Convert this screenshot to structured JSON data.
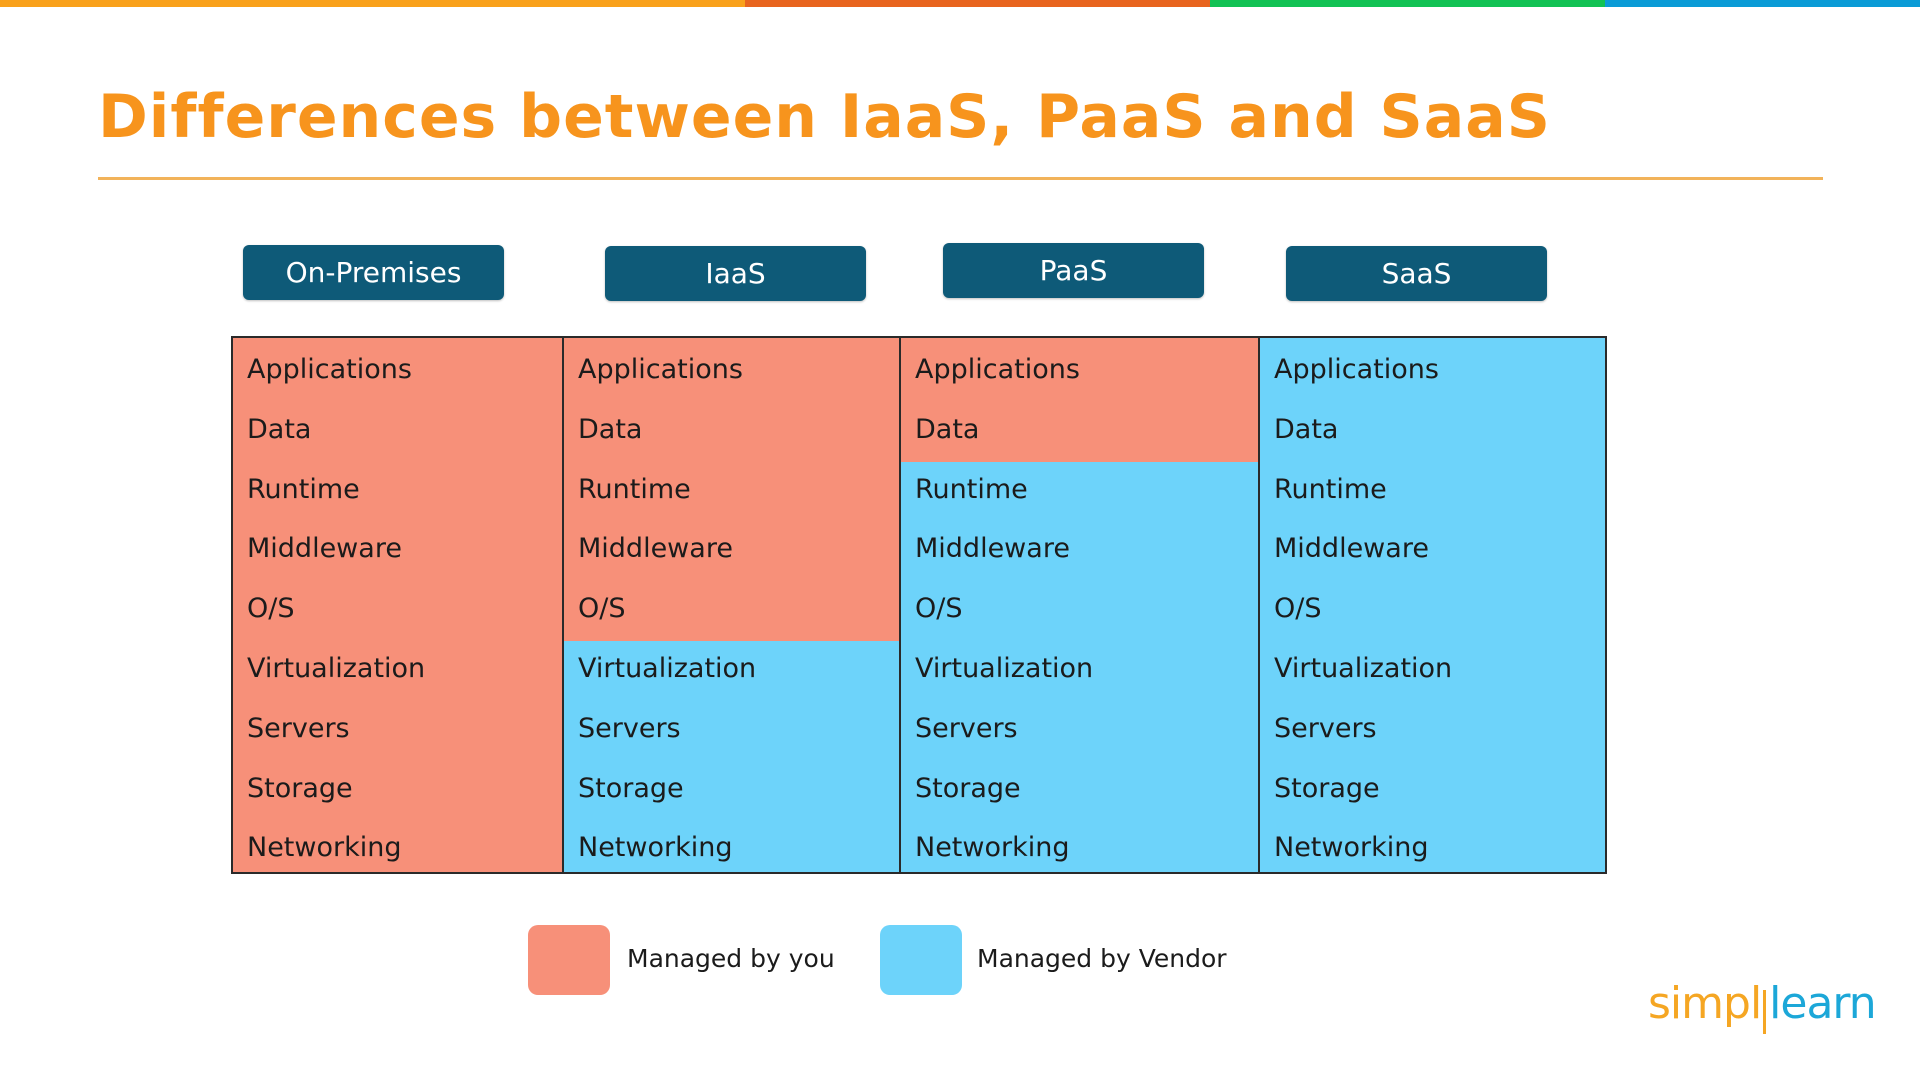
{
  "colors": {
    "managed_by_you": "#F79079",
    "managed_by_vendor": "#6DD3FA",
    "header_bg": "#0E5A78",
    "title": "#F7941D",
    "topbar": [
      "#F9A11B",
      "#E8641E",
      "#12C254",
      "#0A9BD6"
    ]
  },
  "slide": {
    "title": "Differences between IaaS, PaaS and SaaS"
  },
  "columns": [
    {
      "header": "On-Premises",
      "managed_by_you_count": 9,
      "items": [
        "Applications",
        "Data",
        "Runtime",
        "Middleware",
        "O/S",
        "Virtualization",
        "Servers",
        "Storage",
        "Networking"
      ]
    },
    {
      "header": "IaaS",
      "managed_by_you_count": 5,
      "items": [
        "Applications",
        "Data",
        "Runtime",
        "Middleware",
        "O/S",
        "Virtualization",
        "Servers",
        "Storage",
        "Networking"
      ]
    },
    {
      "header": "PaaS",
      "managed_by_you_count": 2,
      "items": [
        "Applications",
        "Data",
        "Runtime",
        "Middleware",
        "O/S",
        "Virtualization",
        "Servers",
        "Storage",
        "Networking"
      ]
    },
    {
      "header": "SaaS",
      "managed_by_you_count": 0,
      "items": [
        "Applications",
        "Data",
        "Runtime",
        "Middleware",
        "O/S",
        "Virtualization",
        "Servers",
        "Storage",
        "Networking"
      ]
    }
  ],
  "legend": {
    "you_label": "Managed by you",
    "vendor_label": "Managed by Vendor"
  },
  "logo": {
    "text_part1": "simpl",
    "text_part2": "learn",
    "full": "simplilearn"
  }
}
